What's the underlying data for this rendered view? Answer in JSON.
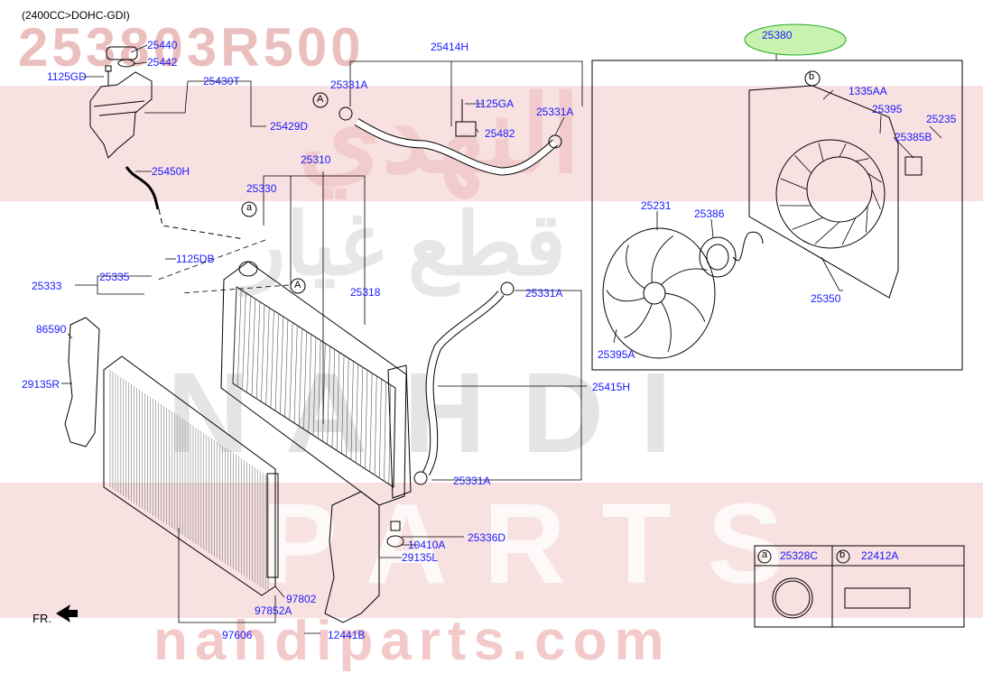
{
  "header": {
    "engine_spec": "(2400CC>DOHC-GDI)",
    "part_number_watermark": "253803R500"
  },
  "watermark": {
    "brand_latin_1": "NAHDI",
    "brand_latin_2": "PARTS",
    "domain": "nahdiparts.com",
    "brand_arabic_1": "النهدي",
    "brand_arabic_2": "قطع غيار",
    "band_color": "#f3c9c9",
    "text_color": "#d9d9d9"
  },
  "direction_marker": "FR.",
  "highlight_color": "#c9f2b0",
  "callouts": {
    "c25380": "25380",
    "c25440": "25440",
    "c25442": "25442",
    "c1125GD": "1125GD",
    "c25430T": "25430T",
    "c25429D": "25429D",
    "c25450H": "25450H",
    "c25414H": "25414H",
    "c25331A_1": "25331A",
    "c1125GA": "1125GA",
    "c25331A_2": "25331A",
    "c25482": "25482",
    "c25310": "25310",
    "c25330": "25330",
    "c1125DB": "1125DB",
    "c25335": "25335",
    "c25333": "25333",
    "c25318": "25318",
    "c86590": "86590",
    "c29135R": "29135R",
    "c25331A_3": "25331A",
    "c25415H": "25415H",
    "c25331A_4": "25331A",
    "c25336D": "25336D",
    "c10410A": "10410A",
    "c29135L": "29135L",
    "c97802": "97802",
    "c97852A": "97852A",
    "c97606": "97606",
    "c12441B": "12441B",
    "c1335AA": "1335AA",
    "c25395": "25395",
    "c25235": "25235",
    "c25385B": "25385B",
    "c25231": "25231",
    "c25386": "25386",
    "c25350": "25350",
    "c25395A": "25395A"
  },
  "circle_refs": {
    "a": "a",
    "b": "b",
    "A": "A"
  },
  "legend": {
    "a_letter": "a",
    "a_part": "25328C",
    "b_letter": "b",
    "b_part": "22412A"
  }
}
